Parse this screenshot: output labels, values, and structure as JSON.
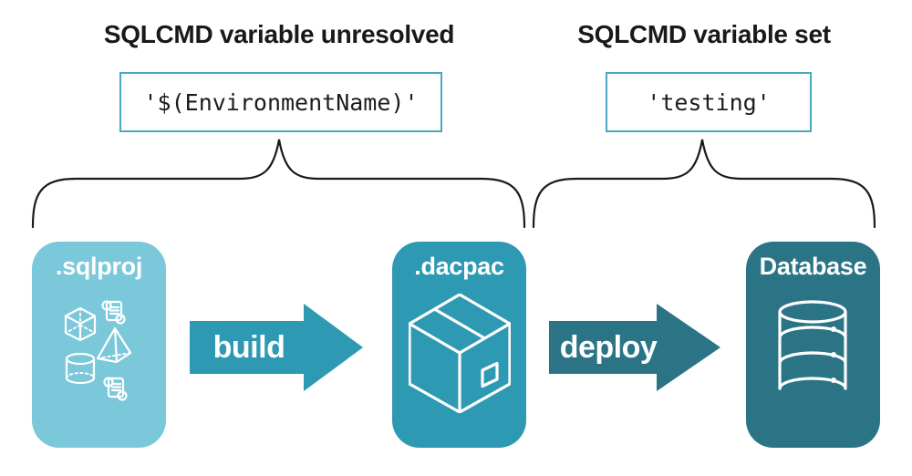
{
  "annotations": {
    "unresolved": {
      "heading": "SQLCMD variable unresolved",
      "code": "'$(EnvironmentName)'"
    },
    "set": {
      "heading": "SQLCMD variable set",
      "code": "'testing'"
    }
  },
  "pipeline": {
    "stages": [
      {
        "id": "sqlproj",
        "label": ".sqlproj",
        "color": "#7BC8DB",
        "icons": [
          "script-icon",
          "cube-icon",
          "pyramid-icon",
          "cylinder-icon",
          "script-icon"
        ]
      },
      {
        "id": "dacpac",
        "label": ".dacpac",
        "color": "#2E99B3",
        "icons": [
          "package-box-icon"
        ]
      },
      {
        "id": "database",
        "label": "Database",
        "color": "#2B7486",
        "icons": [
          "database-stack-icon"
        ]
      }
    ],
    "arrows": [
      {
        "label": "build",
        "color": "#2E99B3"
      },
      {
        "label": "deploy",
        "color": "#2B7486"
      }
    ]
  },
  "colors": {
    "background": "#FFFFFF",
    "code_box_border": "#4CA8BE",
    "heading_text": "#191919",
    "code_text": "#1C1C1C",
    "brace_stroke": "#1B1B1B",
    "card_text": "#FFFFFF"
  }
}
